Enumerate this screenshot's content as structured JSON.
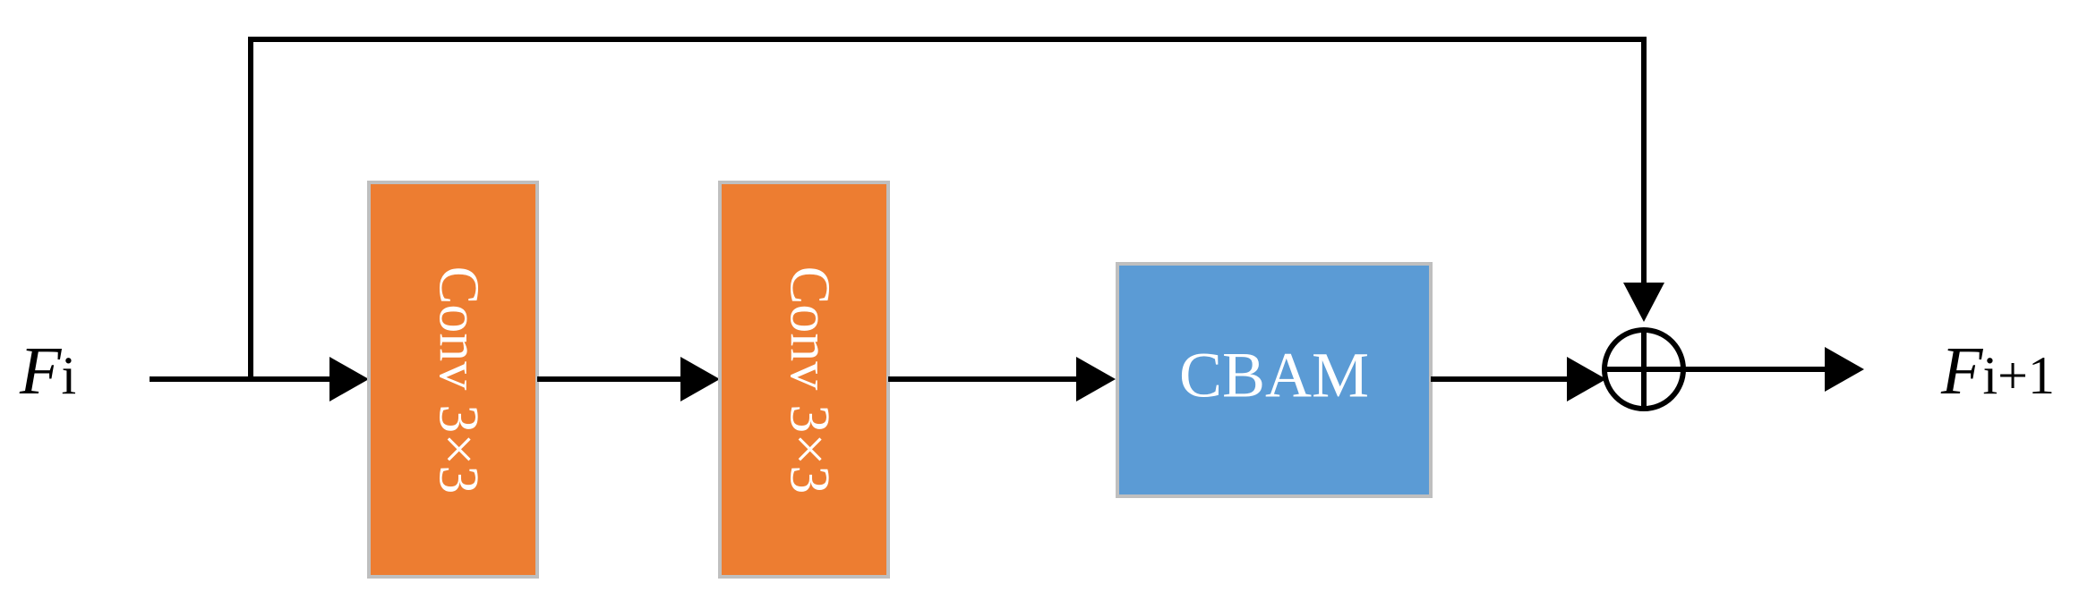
{
  "diagram": {
    "input_label": {
      "symbol": "F",
      "subscript": "i"
    },
    "output_label": {
      "symbol": "F",
      "subscript": "i+1"
    },
    "blocks": [
      {
        "id": "conv1",
        "label": "Conv 3×3",
        "color": "#ED7D31"
      },
      {
        "id": "conv2",
        "label": "Conv 3×3",
        "color": "#ED7D31"
      },
      {
        "id": "cbam",
        "label": "CBAM",
        "color": "#5B9BD5"
      }
    ],
    "block_border_color": "#BFBFBF",
    "line_color": "#000000",
    "add_operator": "circled-plus",
    "skip_connection": true
  }
}
